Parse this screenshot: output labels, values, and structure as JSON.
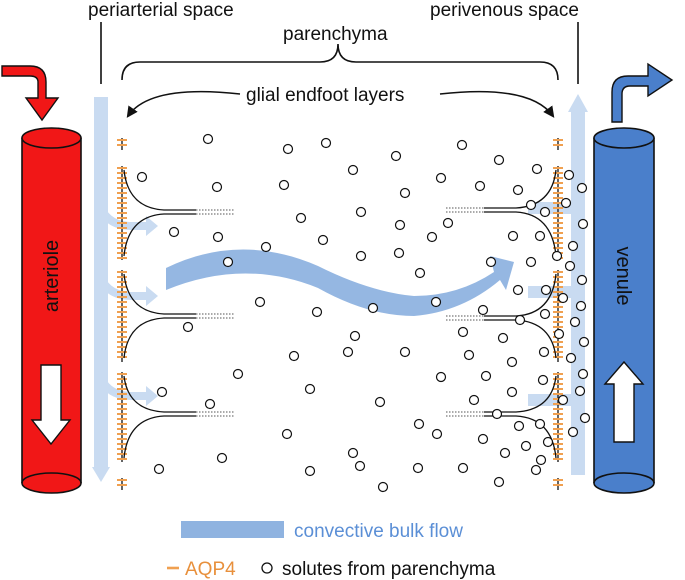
{
  "labels": {
    "periarterial_space": "periarterial space",
    "perivenous_space": "perivenous space",
    "parenchyma": "parenchyma",
    "glial_endfoot_layers": "glial endfoot layers",
    "arteriole": "arteriole",
    "venule": "venule"
  },
  "legend": {
    "convective_bulk_flow": "convective bulk flow",
    "aqp4": "AQP4",
    "solutes": "solutes from parenchyma"
  },
  "colors": {
    "arteriole": "#f11717",
    "venule": "#4a7fcb",
    "flow": "#8fb3e0",
    "flow_light": "#c9dbf1",
    "aqp4": "#f0a050",
    "text_blue": "#5b8fd6",
    "text_orange": "#e8903c"
  },
  "icons": {
    "arteriole_inflow": "curved-arrow-down-icon",
    "venule_outflow": "curved-arrow-right-icon"
  }
}
